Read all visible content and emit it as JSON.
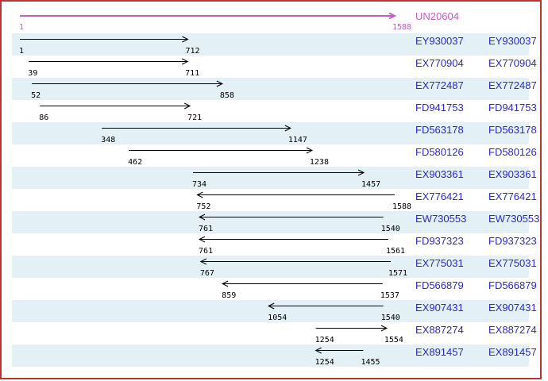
{
  "window": {
    "frame_border_color": "#b93535",
    "background": "#ffffff"
  },
  "colors": {
    "reference_accent": "#c35ec3",
    "accession_text": "#2929cc",
    "row_band": "#e3f0f6",
    "alignment_arrow": "#000000"
  },
  "chart_data": {
    "type": "interval",
    "subtype": "est-alignment-map",
    "title": "",
    "legend": "none",
    "grid": false,
    "axis": {
      "min": 1,
      "max": 1588
    },
    "reference": {
      "label": "UN20604",
      "start": 1,
      "end": 1588,
      "direction": "right"
    },
    "rows": [
      {
        "accession": "EY930037",
        "start": 1,
        "end": 712,
        "direction": "right"
      },
      {
        "accession": "EX770904",
        "start": 39,
        "end": 711,
        "direction": "right"
      },
      {
        "accession": "EX772487",
        "start": 52,
        "end": 858,
        "direction": "right"
      },
      {
        "accession": "FD941753",
        "start": 86,
        "end": 721,
        "direction": "right"
      },
      {
        "accession": "FD563178",
        "start": 348,
        "end": 1147,
        "direction": "right"
      },
      {
        "accession": "FD580126",
        "start": 462,
        "end": 1238,
        "direction": "right"
      },
      {
        "accession": "EX903361",
        "start": 734,
        "end": 1457,
        "direction": "right"
      },
      {
        "accession": "EX776421",
        "start": 752,
        "end": 1588,
        "direction": "left"
      },
      {
        "accession": "EW730553",
        "start": 761,
        "end": 1540,
        "direction": "left"
      },
      {
        "accession": "FD937323",
        "start": 761,
        "end": 1561,
        "direction": "left"
      },
      {
        "accession": "EX775031",
        "start": 767,
        "end": 1571,
        "direction": "left"
      },
      {
        "accession": "FD566879",
        "start": 859,
        "end": 1537,
        "direction": "left"
      },
      {
        "accession": "EX907431",
        "start": 1054,
        "end": 1540,
        "direction": "left"
      },
      {
        "accession": "EX887274",
        "start": 1254,
        "end": 1554,
        "direction": "right"
      },
      {
        "accession": "EX891457",
        "start": 1254,
        "end": 1455,
        "direction": "left"
      }
    ]
  }
}
